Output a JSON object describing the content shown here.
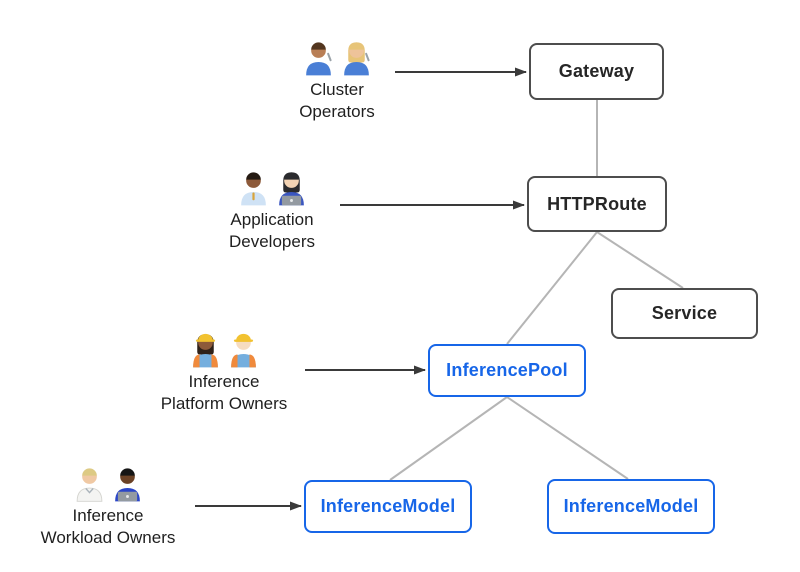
{
  "nodes": [
    {
      "id": "gateway",
      "label": "Gateway",
      "style": "dark"
    },
    {
      "id": "httproute",
      "label": "HTTPRoute",
      "style": "dark"
    },
    {
      "id": "service",
      "label": "Service",
      "style": "dark"
    },
    {
      "id": "inferencepool",
      "label": "InferencePool",
      "style": "blue"
    },
    {
      "id": "inferencemodel_left",
      "label": "InferenceModel",
      "style": "blue"
    },
    {
      "id": "inferencemodel_right",
      "label": "InferenceModel",
      "style": "blue"
    }
  ],
  "personas": [
    {
      "id": "cluster-operators",
      "label_lines": [
        "Cluster",
        "Operators"
      ],
      "icons": [
        {
          "name": "man-mechanic-icon",
          "emoji": "👨🏽‍🔧",
          "skin": "#b97f56",
          "hair": "#53361f",
          "shirt": "#4a7fd6",
          "wrench": true
        },
        {
          "name": "woman-mechanic-icon",
          "emoji": "👩🏼‍🔧",
          "skin": "#eec39a",
          "hair": "#e7c478",
          "shirt": "#4a7fd6",
          "longHair": true,
          "wrench": true
        }
      ]
    },
    {
      "id": "application-developers",
      "label_lines": [
        "Application",
        "Developers"
      ],
      "icons": [
        {
          "name": "man-office-worker-icon",
          "emoji": "👨🏾‍💼",
          "skin": "#8d5a3a",
          "hair": "#241a12",
          "shirt": "#cfe2f5",
          "tie": "#d9a43b"
        },
        {
          "name": "woman-technologist-icon",
          "emoji": "👩🏻‍💻",
          "skin": "#f3d3b3",
          "hair": "#2b2b2e",
          "shirt": "#3a56c0",
          "longHair": true,
          "laptop": true
        }
      ]
    },
    {
      "id": "inference-platform-owners",
      "label_lines": [
        "Inference",
        "Platform Owners"
      ],
      "icons": [
        {
          "name": "woman-construction-worker-icon",
          "emoji": "👷🏾‍♀️",
          "skin": "#8d5a3a",
          "hair": "#2e2018",
          "shirt": "#74aede",
          "hat": "#f2c230",
          "vest": "#f08a3c",
          "longHair": true
        },
        {
          "name": "man-construction-worker-icon",
          "emoji": "👷🏻",
          "skin": "#f6dcc0",
          "hair": "#caa268",
          "shirt": "#74aede",
          "hat": "#f2c230",
          "vest": "#f08a3c"
        }
      ]
    },
    {
      "id": "inference-workload-owners",
      "label_lines": [
        "Inference",
        "Workload Owners"
      ],
      "icons": [
        {
          "name": "health-worker-icon",
          "emoji": "🧑🏼‍⚕️",
          "skin": "#f0c9a4",
          "hair": "#ddca84",
          "shirt": "#f4f4f2",
          "coat": true
        },
        {
          "name": "man-technologist-icon",
          "emoji": "👨🏿‍💻",
          "skin": "#6b4226",
          "hair": "#151515",
          "shirt": "#2b46c8",
          "laptop": true
        }
      ]
    }
  ],
  "colors": {
    "background": "#ffffff",
    "node_border_dark": "#4d4d4d",
    "node_text_dark": "#262626",
    "accent_blue": "#1766e8",
    "connector_gray": "#b5b5b5",
    "arrow_dark": "#3a3a3a",
    "label_text": "#1f1f1f"
  }
}
